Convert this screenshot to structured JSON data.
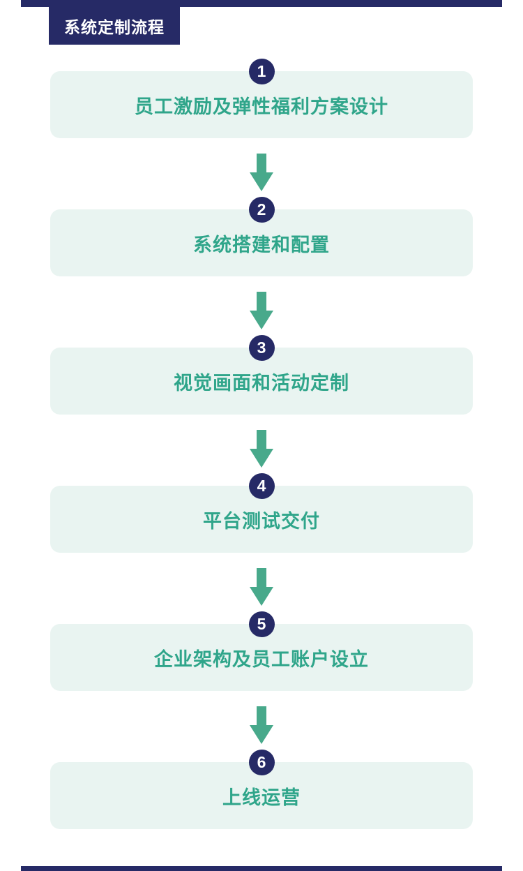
{
  "header": {
    "title": "系统定制流程"
  },
  "flow": {
    "steps": [
      {
        "number": "1",
        "label": "员工激励及弹性福利方案设计"
      },
      {
        "number": "2",
        "label": "系统搭建和配置"
      },
      {
        "number": "3",
        "label": "视觉画面和活动定制"
      },
      {
        "number": "4",
        "label": "平台测试交付"
      },
      {
        "number": "5",
        "label": "企业架构及员工账户设立"
      },
      {
        "number": "6",
        "label": "上线运营"
      }
    ]
  },
  "colors": {
    "navy": "#262a66",
    "box_bg": "#e9f4f1",
    "label_teal": "#2fa58a",
    "arrow_green": "#48a98b",
    "background": "#ffffff"
  }
}
